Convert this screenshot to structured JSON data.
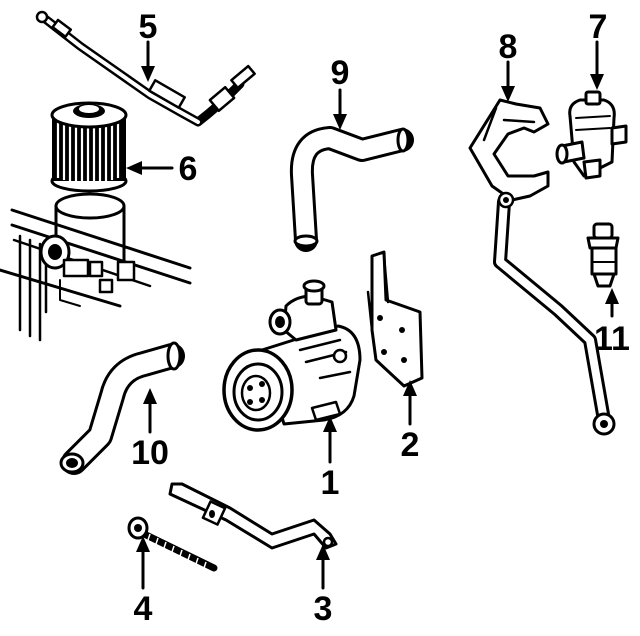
{
  "callouts": {
    "c1": "1",
    "c2": "2",
    "c3": "3",
    "c4": "4",
    "c5": "5",
    "c6": "6",
    "c7": "7",
    "c8": "8",
    "c9": "9",
    "c10": "10",
    "c11": "11"
  },
  "parts": [
    "power-steering-pump",
    "pump-bracket",
    "adjusting-bracket",
    "adjusting-bolt",
    "pressure-hose",
    "filter-element",
    "fuel-pressure-regulator",
    "mounting-bracket",
    "return-hose",
    "suction-hose",
    "fuel-injector"
  ]
}
